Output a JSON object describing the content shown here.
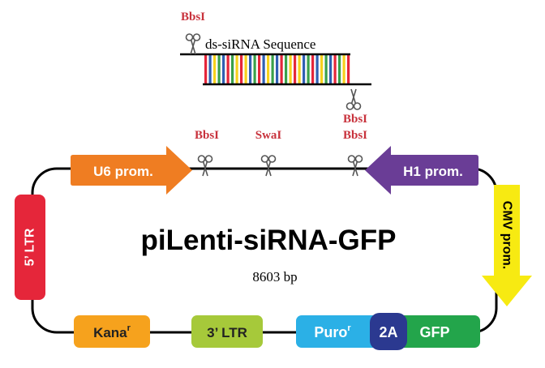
{
  "plasmid": {
    "name": "piLenti-siRNA-GFP",
    "size": "8603 bp"
  },
  "insert": {
    "label": "ds-siRNA Sequence",
    "top_site": "BbsI",
    "bottom_site": "BbsI"
  },
  "sites": {
    "left": "BbsI",
    "middle": "SwaI",
    "right": "BbsI"
  },
  "features": {
    "u6": "U6 prom.",
    "h1": "H1 prom.",
    "cmv": "CMV prom.",
    "ltr5": "5’ LTR",
    "ltr3": "3’ LTR",
    "kana": "Kana",
    "kana_sup": "r",
    "puro": "Puro",
    "puro_sup": "r",
    "t2a": "2A",
    "gfp": "GFP"
  },
  "colors": {
    "u6": "#ef7d22",
    "h1": "#6a3d96",
    "cmv": "#f7ea12",
    "ltr5": "#e5263a",
    "ltr3": "#a6c93a",
    "kana": "#f6a21d",
    "puro": "#2bb0e6",
    "t2a": "#2b3990",
    "gfp": "#23a54b",
    "enzyme": "#c8323c",
    "bp": [
      "#e5263a",
      "#2f5fb3",
      "#f7d11e",
      "#3aa04a"
    ]
  },
  "icons": {
    "cut_site": "scissors-icon"
  }
}
